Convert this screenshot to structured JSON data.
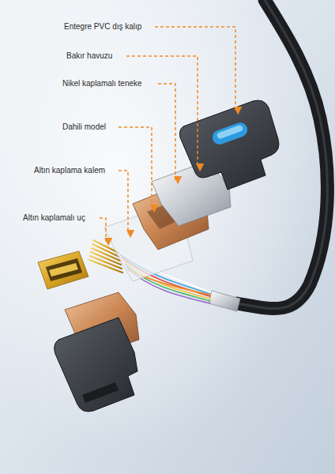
{
  "diagram": {
    "labels": [
      "Entegre PVC dış kalıp",
      "Bakır havuzu",
      "Nikel kaplamalı teneke",
      "Dahili model",
      "Altın kaplama kalem",
      "Altın kaplamalı uç"
    ]
  }
}
